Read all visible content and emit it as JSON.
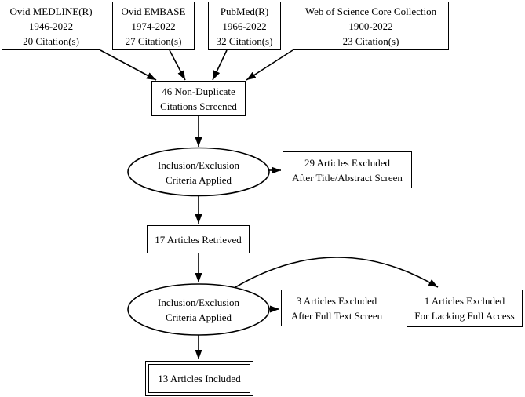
{
  "flowchart": {
    "sources": [
      {
        "name": "Ovid MEDLINE(R)",
        "years": "1946-2022",
        "citations": "20 Citation(s)"
      },
      {
        "name": "Ovid EMBASE",
        "years": "1974-2022",
        "citations": "27 Citation(s)"
      },
      {
        "name": "PubMed(R)",
        "years": "1966-2022",
        "citations": "32 Citation(s)"
      },
      {
        "name": "Web of Science Core Collection",
        "years": "1900-2022",
        "citations": "23 Citation(s)"
      }
    ],
    "screened": {
      "line1": "46 Non-Duplicate",
      "line2": "Citations Screened"
    },
    "criteria1": {
      "line1": "Inclusion/Exclusion",
      "line2": "Criteria Applied"
    },
    "excluded_title_abstract": {
      "line1": "29 Articles Excluded",
      "line2": "After Title/Abstract Screen"
    },
    "retrieved": {
      "label": "17 Articles Retrieved"
    },
    "criteria2": {
      "line1": "Inclusion/Exclusion",
      "line2": "Criteria Applied"
    },
    "excluded_full_text": {
      "line1": "3 Articles Excluded",
      "line2": "After Full Text Screen"
    },
    "excluded_access": {
      "line1": "1 Articles Excluded",
      "line2": "For Lacking Full Access"
    },
    "included": {
      "label": "13 Articles Included"
    },
    "colors": {
      "line": "#000000",
      "background": "#ffffff",
      "text": "#000000"
    }
  }
}
